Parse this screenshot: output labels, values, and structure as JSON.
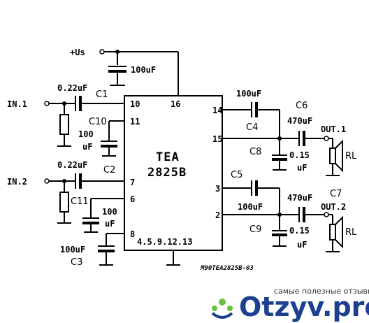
{
  "supply": {
    "label": "+Us"
  },
  "chip": {
    "line1": "TEA",
    "line2": "2825B"
  },
  "inputs": {
    "in1": "IN.1",
    "in2": "IN.2"
  },
  "outputs": {
    "out1": "OUT.1",
    "out2": "OUT.2",
    "load1": "RL",
    "load2": "RL"
  },
  "pins": {
    "p10": "10",
    "p16": "16",
    "p11": "11",
    "p14": "14",
    "p15": "15",
    "p7": "7",
    "p6": "6",
    "p8": "8",
    "p3": "3",
    "p2": "2",
    "ground_group": "4.5.9.12.13"
  },
  "components": {
    "supply_cap": {
      "value": "100uF"
    },
    "c1": {
      "name": "C1",
      "value": "0.22uF"
    },
    "c2": {
      "name": "C2",
      "value": "0.22uF"
    },
    "c3": {
      "name": "C3",
      "value": "100uF"
    },
    "c4": {
      "name": "C4",
      "value": "100uF"
    },
    "c5": {
      "name": "C5",
      "value": "100uF"
    },
    "c6": {
      "name": "C6",
      "value": "470uF"
    },
    "c7": {
      "name": "C7",
      "value": "470uF"
    },
    "c8": {
      "name": "C8",
      "value": "0.15",
      "unit": "uF"
    },
    "c9": {
      "name": "C9",
      "value": "0.15",
      "unit": "uF"
    },
    "c10": {
      "name": "C10",
      "value": "100",
      "unit": "uF"
    },
    "c11": {
      "name": "C11",
      "value": "100",
      "unit": "uF"
    }
  },
  "reference": "M90TEA2825B-03",
  "watermark": {
    "tagline": "самые полезные отзывы",
    "brand": "Otzyv.pro"
  },
  "colors": {
    "ink": "#000000",
    "brand": "#1d3f92",
    "brand_accent": "#6cbf3c"
  }
}
